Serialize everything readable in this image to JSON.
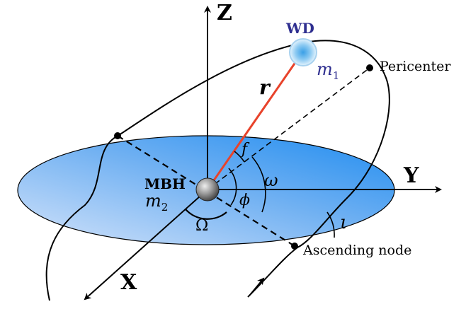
{
  "axes": {
    "x": "X",
    "y": "Y",
    "z": "Z"
  },
  "bodies": {
    "wd": {
      "name": "WD",
      "mass": "m",
      "mass_sub": "1",
      "color": "#2e2e8f"
    },
    "mbh": {
      "name": "MBH",
      "mass": "m",
      "mass_sub": "2"
    }
  },
  "points": {
    "pericenter": "Pericenter",
    "ascending_node": "Ascending node"
  },
  "symbols": {
    "r": "r",
    "f": "f",
    "omega": "ω",
    "phi": "ϕ",
    "Omega": "Ω",
    "iota": "ι"
  },
  "colors": {
    "disk_light": "#c9dcf7",
    "disk_dark": "#2a93f0",
    "radius_line": "#e8432b",
    "wd_glow": "#5bb2e8"
  }
}
